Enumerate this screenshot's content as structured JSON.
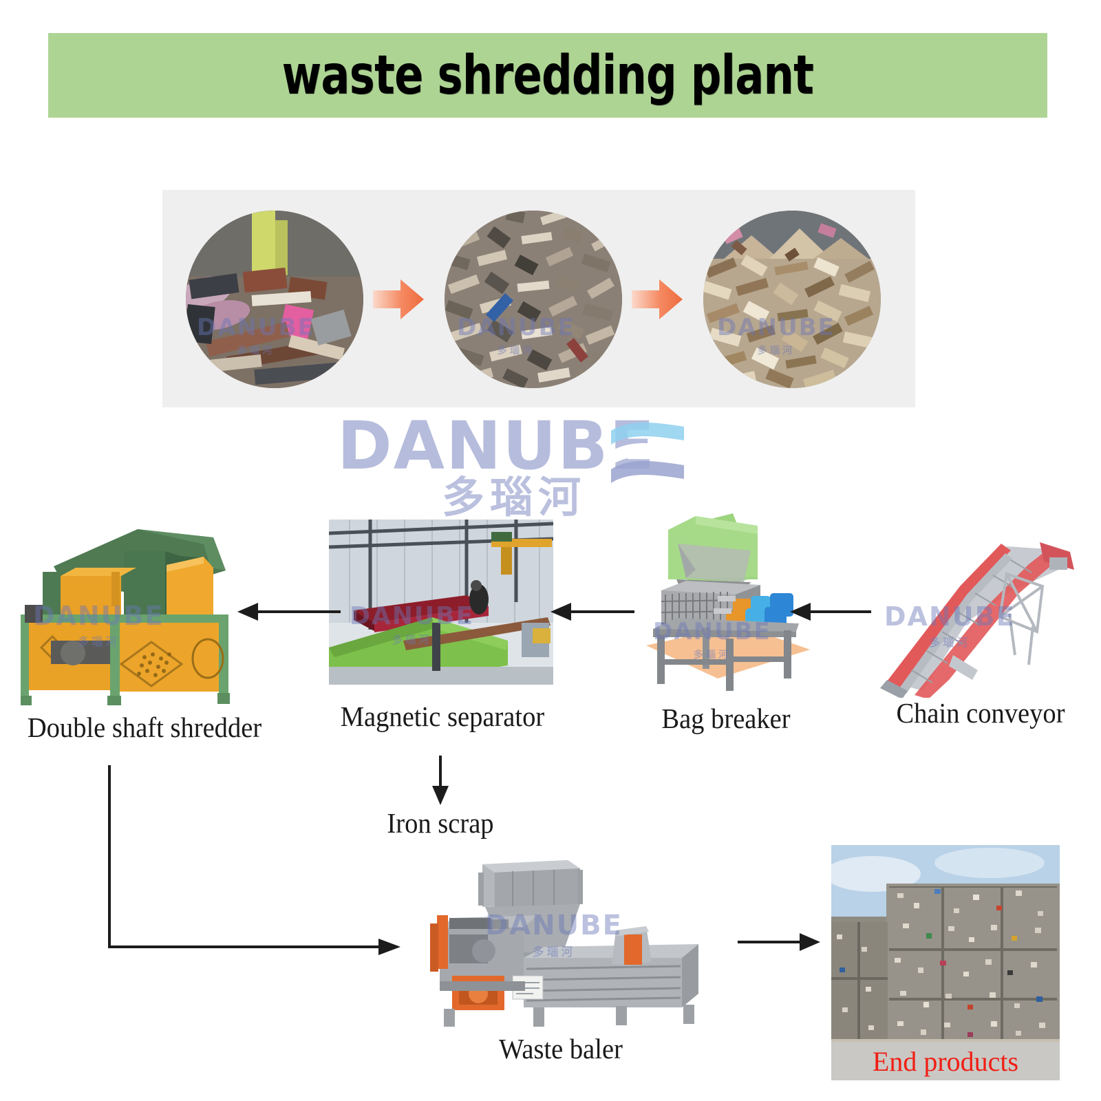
{
  "header": {
    "title": "waste shredding plant",
    "banner_color": "#aed494"
  },
  "brand": {
    "name": "DANUBE",
    "name_cn": "多瑙河",
    "watermark_text": "DANUBE",
    "watermark_sub": "多瑙河",
    "logo_color": "#9aa3cf",
    "wave_colors": [
      "#8fd0ef",
      "#ffffff",
      "#9aa3cf"
    ]
  },
  "process_strip": {
    "background": "#efefef",
    "steps": [
      {
        "name": "raw-mixed-waste",
        "caption": ""
      },
      {
        "name": "coarse-shredded-waste",
        "caption": ""
      },
      {
        "name": "fine-shredded-waste",
        "caption": ""
      }
    ],
    "arrow_color": "#f4724a"
  },
  "flow": {
    "equipment": [
      {
        "id": "double-shaft-shredder",
        "label": "Double shaft shredder"
      },
      {
        "id": "magnetic-separator",
        "label": "Magnetic separator"
      },
      {
        "id": "bag-breaker",
        "label": "Bag breaker"
      },
      {
        "id": "chain-conveyor",
        "label": "Chain conveyor"
      }
    ],
    "byproduct": {
      "id": "iron-scrap",
      "label": "Iron scrap"
    },
    "baler": {
      "id": "waste-baler",
      "label": "Waste baler"
    },
    "output": {
      "id": "end-products",
      "label": "End products",
      "label_color": "#f01e14",
      "caption_bg": "#c9c8c4"
    },
    "arrow_color": "#1c1c1c",
    "direction_note": "right-to-left"
  }
}
